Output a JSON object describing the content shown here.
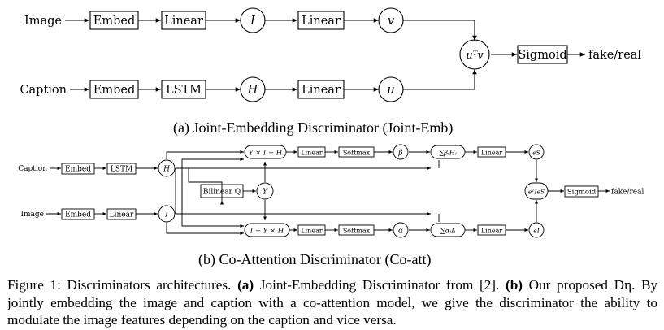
{
  "panel_a": {
    "inputs": {
      "image": "Image",
      "caption": "Caption"
    },
    "nodes": {
      "embed_img": "Embed",
      "linear_img": "Linear",
      "i": "I",
      "linear_i": "Linear",
      "v": "v",
      "embed_cap": "Embed",
      "lstm": "LSTM",
      "h": "H",
      "linear_h": "Linear",
      "u": "u",
      "utv": "uᵀv",
      "sigmoid": "Sigmoid",
      "output": "fake/real"
    },
    "caption": "(a) Joint-Embedding Discriminator (Joint-Emb)"
  },
  "panel_b": {
    "inputs": {
      "caption": "Caption",
      "image": "Image"
    },
    "nodes": {
      "embed_cap": "Embed",
      "lstm": "LSTM",
      "h": "H",
      "embed_img": "Embed",
      "linear_img": "Linear",
      "i": "I",
      "bilinear": "Bilinear Q",
      "y": "Y",
      "top_combine": "Y × I + H",
      "top_linear": "Linear",
      "top_softmax": "Softmax",
      "beta": "β",
      "sum_beta": "∑βᵢHᵢ",
      "linear_es": "Linear",
      "es": "eS",
      "bot_combine": "I + Y × H",
      "bot_linear": "Linear",
      "bot_softmax": "Softmax",
      "alpha": "α",
      "sum_alpha": "∑αᵢIᵢ",
      "linear_ei": "Linear",
      "ei": "eI",
      "product": "eᵀIeS",
      "sigmoid": "Sigmoid",
      "output": "fake/real"
    },
    "caption": "(b) Co-Attention Discriminator (Co-att)"
  },
  "figure_caption": {
    "lead": "Figure 1: Discriminators architectures.",
    "a_label": "(a)",
    "a_text": "Joint-Embedding Discriminator from [2].",
    "b_label": "(b)",
    "b_text": "Our proposed Dη. By jointly embedding the image and caption with a co-attention model, we give the discriminator the ability to modulate the image features depending on the caption and vice versa."
  }
}
